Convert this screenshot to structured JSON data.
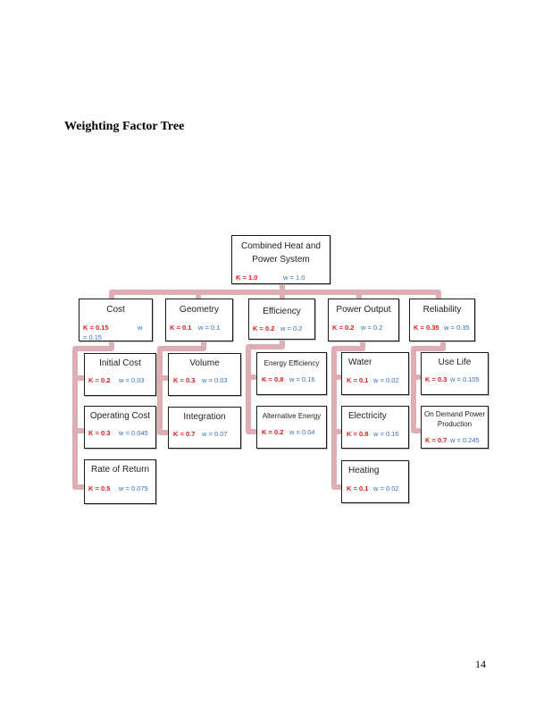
{
  "title": "Weighting Factor Tree",
  "page_number": "14",
  "colors": {
    "k_text": "#e01919",
    "w_text": "#3a6fb7",
    "connector": "#d9a0a6",
    "border": "#1a1a1a"
  },
  "root": {
    "label_line1": "Combined Heat and",
    "label_line2": "Power System",
    "k": "K =  1.0",
    "w": "w = 1.0"
  },
  "categories": [
    {
      "label": "Cost",
      "k": "K = 0.15",
      "w_a": "w",
      "w_b": "= 0.15",
      "children": [
        {
          "label": "Initial Cost",
          "k": "K = 0.2",
          "w": "w = 0.03"
        },
        {
          "label": "Operating Cost",
          "k": "K = 0.3",
          "w": "w = 0.045"
        },
        {
          "label": "Rate of Return",
          "k": "K = 0.5",
          "w": "w = 0.075"
        }
      ]
    },
    {
      "label": "Geometry",
      "k": "K = 0.1",
      "w": "w = 0.1",
      "children": [
        {
          "label": "Volume",
          "k": "K = 0.3",
          "w": "w = 0.03"
        },
        {
          "label": "Integration",
          "k": "K = 0.7",
          "w": "w = 0.07"
        }
      ]
    },
    {
      "label": "Efficiency",
      "k": "K = 0.2",
      "w": "w = 0.2",
      "children": [
        {
          "label": "Energy Efficiency",
          "k": "K = 0.8",
          "w": "w = 0.16"
        },
        {
          "label": "Alternative Energy",
          "k": "K = 0.2",
          "w": "w = 0.04"
        }
      ]
    },
    {
      "label": "Power Output",
      "k": "K = 0.2",
      "w": "w = 0.2",
      "children": [
        {
          "label": "Water",
          "k": "K = 0.1",
          "w": "w = 0.02"
        },
        {
          "label": "Electricity",
          "k": "K = 0.8",
          "w": "w = 0.16"
        },
        {
          "label": "Heating",
          "k": "K = 0.1",
          "w": "w = 0.02"
        }
      ]
    },
    {
      "label": "Reliability",
      "k": "K = 0.35",
      "w": "w = 0.35",
      "children": [
        {
          "label": "Use Life",
          "k": "K = 0.3",
          "w": "w = 0.105"
        },
        {
          "label_line1": "On Demand Power",
          "label_line2": "Production",
          "k": "K = 0.7",
          "w": "w = 0.245"
        }
      ]
    }
  ]
}
